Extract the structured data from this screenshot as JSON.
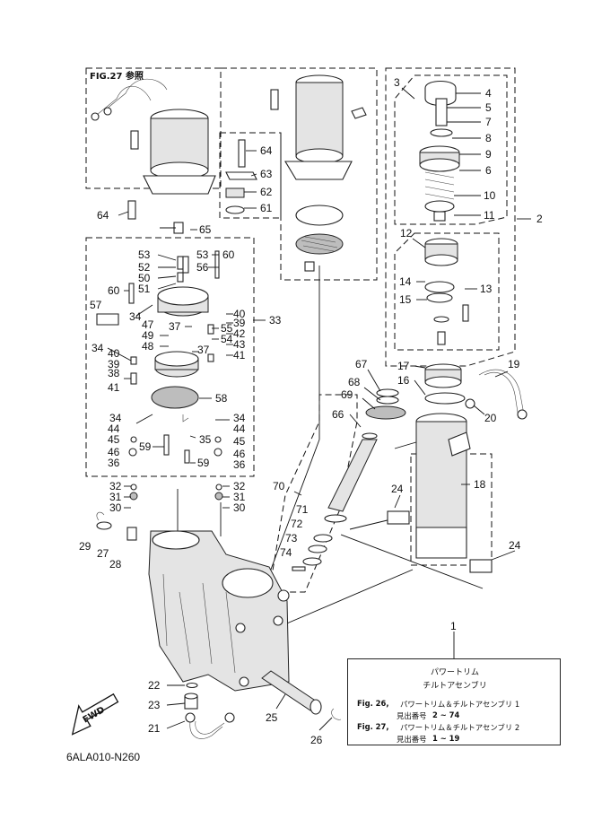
{
  "figure_ref": "FIG.27 参照",
  "drawing_code": "6ALA010-N260",
  "fwd_label": "FWD",
  "legend": {
    "title": "パワートリム",
    "subtitle": "チルトアセンブリ",
    "fig26_label": "Fig. 26,",
    "fig26_text": "パワートリム＆チルトアセンブリ 1",
    "fig26_range_label": "見出番号",
    "fig26_range": "2 ~ 74",
    "fig27_label": "Fig. 27,",
    "fig27_text": "パワートリム＆チルトアセンブリ 2",
    "fig27_range_label": "見出番号",
    "fig27_range": "1 ~ 19"
  },
  "callouts": {
    "n1": "1",
    "n2": "2",
    "n3": "3",
    "n4": "4",
    "n5": "5",
    "n6": "6",
    "n7": "7",
    "n8": "8",
    "n9": "9",
    "n10": "10",
    "n11": "11",
    "n12": "12",
    "n13": "13",
    "n14": "14",
    "n15": "15",
    "n16": "16",
    "n17": "17",
    "n18": "18",
    "n19": "19",
    "n20": "20",
    "n21": "21",
    "n22": "22",
    "n23": "23",
    "n24": "24",
    "n25": "25",
    "n26": "26",
    "n27": "27",
    "n28": "28",
    "n29": "29",
    "n30": "30",
    "n31": "31",
    "n32": "32",
    "n33": "33",
    "n34": "34",
    "n35": "35",
    "n36": "36",
    "n37": "37",
    "n38": "38",
    "n39": "39",
    "n40": "40",
    "n41": "41",
    "n42": "42",
    "n43": "43",
    "n44": "44",
    "n45": "45",
    "n46": "46",
    "n47": "47",
    "n48": "48",
    "n49": "49",
    "n50": "50",
    "n51": "51",
    "n52": "52",
    "n53": "53",
    "n54": "54",
    "n55": "55",
    "n56": "56",
    "n57": "57",
    "n58": "58",
    "n59": "59",
    "n60": "60",
    "n61": "61",
    "n62": "62",
    "n63": "63",
    "n64": "64",
    "n65": "65",
    "n66": "66",
    "n67": "67",
    "n68": "68",
    "n69": "69",
    "n70": "70",
    "n71": "71",
    "n72": "72",
    "n73": "73",
    "n74": "74"
  }
}
